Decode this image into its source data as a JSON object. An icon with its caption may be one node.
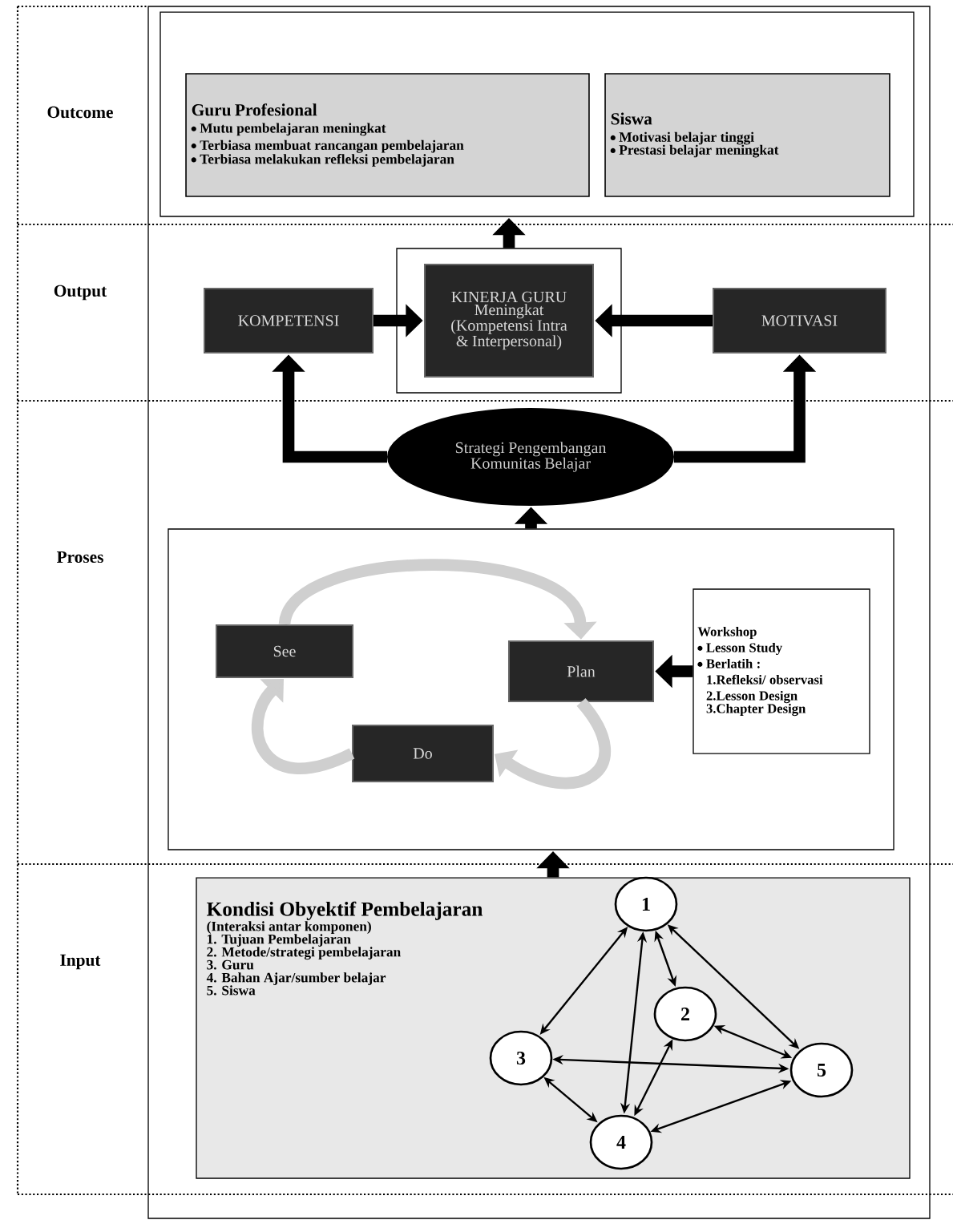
{
  "diagram": {
    "nodes": [
      {
        "text": [],
        "shape": "box"
      },
      {
        "text": [
          "Guru Profesional",
          "Mutu pembelajaran meningkat",
          "Terbiasa membuat rancangan pembelajaran",
          "Terbiasa melakukan refleksi pembelajaran"
        ],
        "in": 0
      },
      {
        "text": [
          "Siswa",
          "Motivasi belajar tinggi",
          "Prestasi belajar meningkat"
        ],
        "in": 0
      },
      {
        "text": [
          "KOMPETENSI"
        ]
      },
      {
        "text": [],
        "shape": "box"
      },
      {
        "text": [
          "KINERJA GURU Meningkat (Kompetensi Intra & Interpersonal)"
        ],
        "in": 4
      },
      {
        "text": [
          "MOTIVASI"
        ]
      },
      {
        "text": [
          "Strategi Pengembangan Komunitas Belajar"
        ]
      },
      {
        "text": [],
        "shape": "box"
      },
      {
        "text": [
          "See"
        ],
        "in": 8
      },
      {
        "text": [
          "Plan"
        ],
        "in": 8
      },
      {
        "text": [
          "Do"
        ],
        "in": 8
      },
      {
        "text": [
          "Workshop",
          "Lesson Study",
          "Berlatih :",
          "1.Refleksi/ observasi",
          "2.Lesson Design",
          "3.Chapter Design"
        ],
        "in": 8
      },
      {
        "text": [
          "Kondisi Obyektif Pembelajaran",
          "(Interaksi antar komponen)",
          "1. Tujuan Pembelajaran",
          "2. Metode/strategi pembelajaran",
          "3. Guru",
          "4. Bahan Ajar/sumber belajar",
          "5. Siswa"
        ]
      },
      {
        "text": [
          "1"
        ],
        "in": 13
      },
      {
        "text": [
          "2"
        ],
        "in": 13
      },
      {
        "text": [
          "3"
        ],
        "in": 13
      },
      {
        "text": [
          "4"
        ],
        "in": 13
      },
      {
        "text": [
          "5"
        ],
        "in": 13
      }
    ],
    "edges": [
      {
        "from": 4,
        "to": 0,
        "arrow": "to"
      },
      {
        "from": 3,
        "to": 5,
        "arrow": "to"
      },
      {
        "from": 6,
        "to": 5,
        "arrow": "to"
      },
      {
        "from": 7,
        "to": 3,
        "arrow": "to"
      },
      {
        "from": 7,
        "to": 6,
        "arrow": "to"
      },
      {
        "from": 8,
        "to": 7,
        "arrow": "to"
      },
      {
        "from": 13,
        "to": 8,
        "arrow": "to"
      },
      {
        "from": 12,
        "to": 10,
        "arrow": "to"
      },
      {
        "from": 9,
        "to": 10,
        "arrow": "to",
        "color": "#cfcfcf"
      },
      {
        "from": 10,
        "to": 11,
        "arrow": "to",
        "color": "#cfcfcf"
      },
      {
        "from": 11,
        "to": 9,
        "arrow": "to",
        "color": "#cfcfcf"
      },
      {
        "from": 14,
        "to": 16,
        "arrow": "both"
      },
      {
        "from": 14,
        "to": 17,
        "arrow": "both"
      },
      {
        "from": 14,
        "to": 15,
        "arrow": "both"
      },
      {
        "from": 14,
        "to": 18,
        "arrow": "both"
      },
      {
        "from": 15,
        "to": 18,
        "arrow": "both"
      },
      {
        "from": 15,
        "to": 17,
        "arrow": "both"
      },
      {
        "from": 16,
        "to": 18,
        "arrow": "both"
      },
      {
        "from": 16,
        "to": 17,
        "arrow": "both"
      },
      {
        "from": 17,
        "to": 18,
        "arrow": "both"
      }
    ],
    "labels": [
      "Outcome",
      "Output",
      "Proses",
      "Input"
    ]
  }
}
